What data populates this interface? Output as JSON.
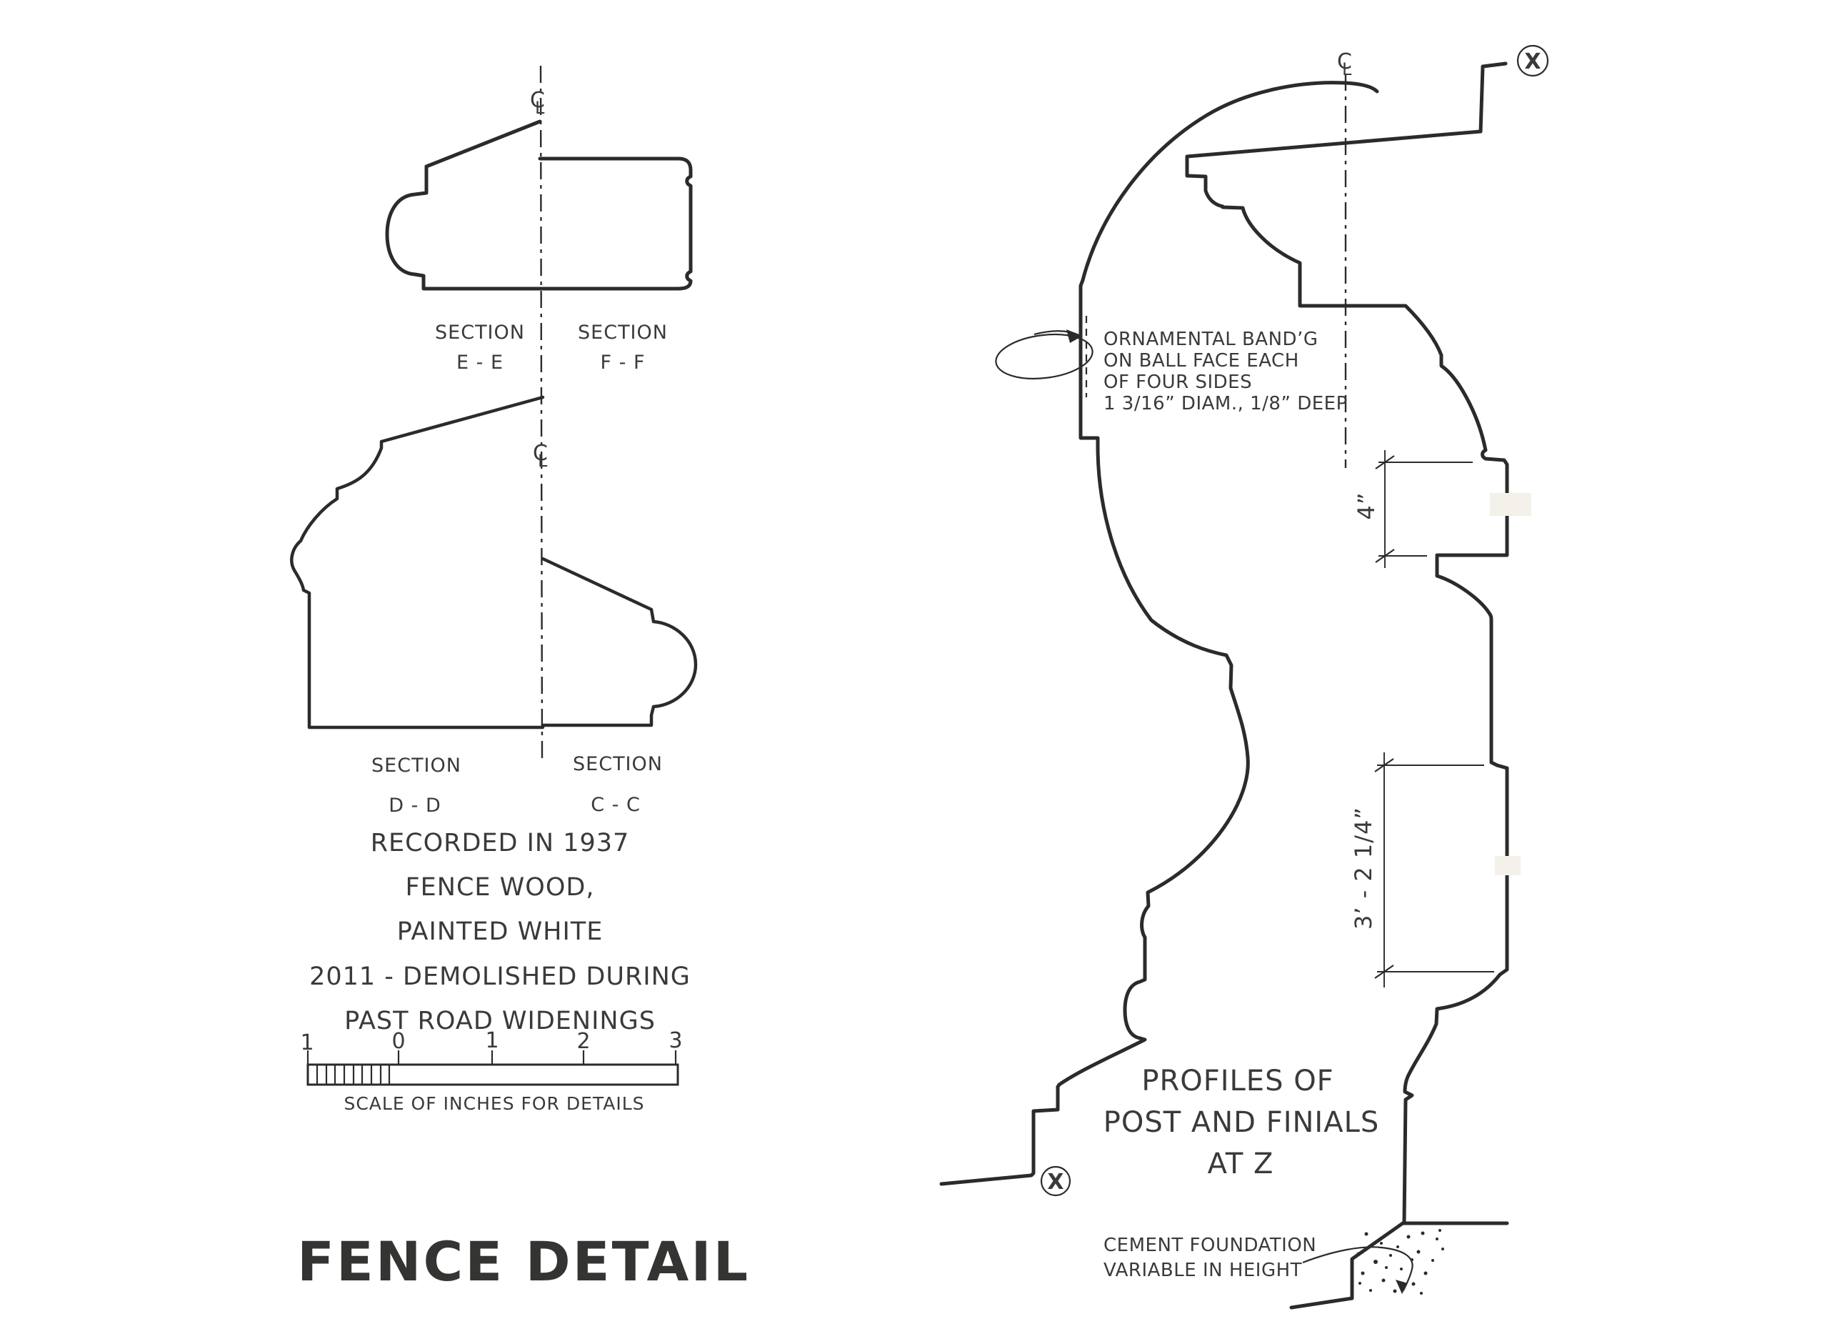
{
  "colors": {
    "ink": "#2b2b29",
    "text": "#3a3a38",
    "paper": "#ffffff",
    "patch": "#f3f1ea"
  },
  "centerline_symbol": {
    "c": "C",
    "l": "L"
  },
  "section_marker": "X",
  "sections": {
    "top": {
      "left_label": {
        "line1": "SECTION",
        "line2": "E - E"
      },
      "right_label": {
        "line1": "SECTION",
        "line2": "F - F"
      }
    },
    "middle": {
      "left_label": {
        "line1": "SECTION",
        "line2": "D - D"
      },
      "right_label": {
        "line1": "SECTION",
        "line2": "C - C"
      }
    }
  },
  "notes": [
    "RECORDED IN 1937",
    "FENCE WOOD,",
    "PAINTED WHITE",
    "2011 - DEMOLISHED DURING",
    "PAST ROAD WIDENINGS"
  ],
  "scale_bar": {
    "labels": [
      "1",
      "0",
      "1",
      "2",
      "3"
    ],
    "caption": "SCALE OF INCHES FOR DETAILS"
  },
  "title": "FENCE DETAIL",
  "right_profile": {
    "annotation": [
      "ORNAMENTAL BAND’G",
      "ON BALL FACE EACH",
      "OF FOUR SIDES",
      "1 3/16”  DIAM., 1/8” DEEP"
    ],
    "title_lines": [
      "PROFILES OF",
      "POST AND FINIALS",
      "AT Z"
    ],
    "dimensions": {
      "neck": "4”",
      "shaft": "3’ - 2 1/4”"
    },
    "foundation_note": [
      "CEMENT FOUNDATION",
      "VARIABLE IN HEIGHT"
    ]
  },
  "foundation_dots": [
    [
      1913,
      1727,
      2.5
    ],
    [
      1934,
      1740,
      2
    ],
    [
      1902,
      1755,
      2.5
    ],
    [
      1950,
      1722,
      2
    ],
    [
      1972,
      1731,
      2.5
    ],
    [
      1926,
      1766,
      3
    ],
    [
      1947,
      1757,
      2
    ],
    [
      1908,
      1782,
      2.5
    ],
    [
      1937,
      1792,
      2.5
    ],
    [
      1962,
      1776,
      2
    ],
    [
      1992,
      1726,
      2.5
    ],
    [
      2012,
      1734,
      2
    ],
    [
      1986,
      1752,
      2.5
    ],
    [
      2006,
      1764,
      2
    ],
    [
      1979,
      1797,
      2.5
    ],
    [
      1953,
      1807,
      2.5
    ],
    [
      1919,
      1806,
      2
    ],
    [
      1996,
      1782,
      2.5
    ],
    [
      2020,
      1748,
      2
    ],
    [
      1941,
      1774,
      2
    ],
    [
      1904,
      1796,
      2
    ],
    [
      1966,
      1800,
      2.5
    ],
    [
      1990,
      1810,
      2
    ],
    [
      2016,
      1722,
      2
    ],
    [
      1957,
      1745,
      2
    ],
    [
      1977,
      1763,
      2
    ]
  ]
}
